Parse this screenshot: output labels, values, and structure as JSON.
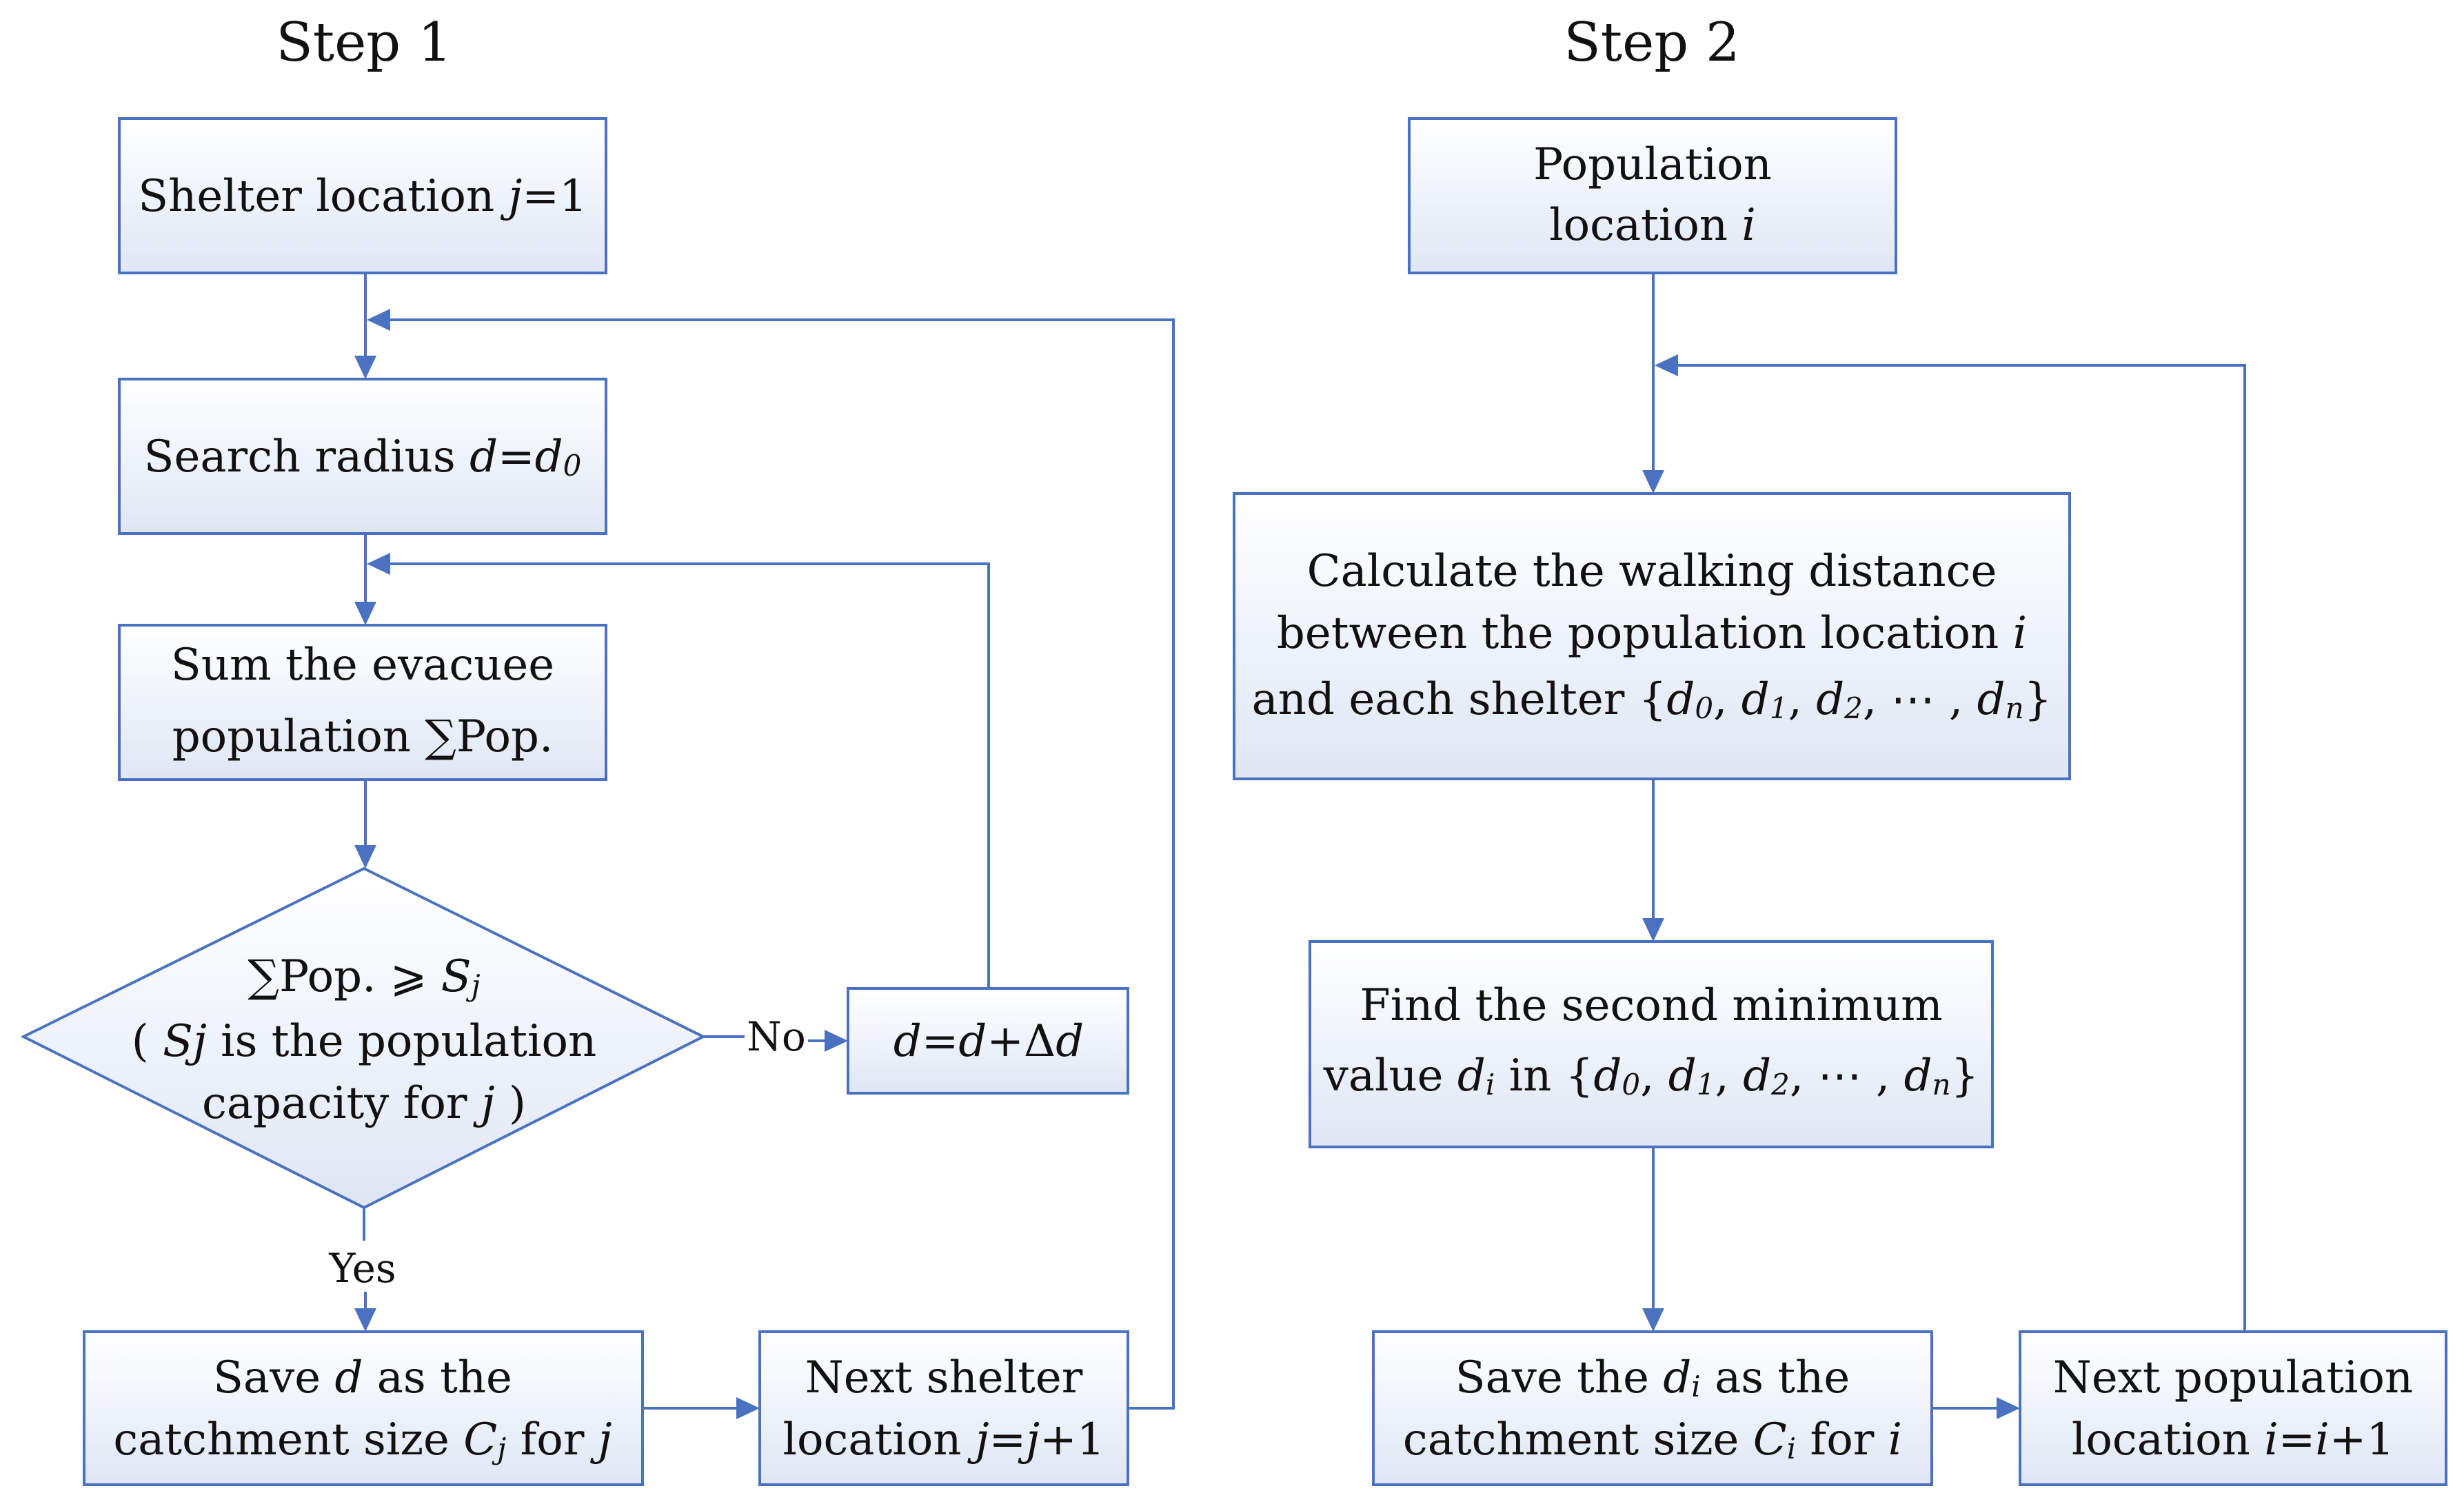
{
  "step1": {
    "title": "Step 1",
    "shelter_box": {
      "text": "Shelter location ",
      "var": "j",
      "tail": "=1"
    },
    "search_box": {
      "text": "Search radius ",
      "var": "d",
      "eq": "=",
      "var2": "d",
      "sub": "0"
    },
    "sum_box": {
      "line1": "Sum the evacuee",
      "line2": "population ∑Pop."
    },
    "decision": {
      "line1_a": "∑Pop. ⩾  ",
      "line1_var": "S",
      "line1_sub": "j",
      "line2_a": "( ",
      "line2_var": "Sj",
      "line2_b": " is the population",
      "line3_a": "capacity for ",
      "line3_var": "j",
      "line3_b": " )"
    },
    "increment_box": {
      "var": "d",
      "eq": "=",
      "var2": "d",
      "plus": "+Δ",
      "var3": "d"
    },
    "no_label": "No",
    "yes_label": "Yes",
    "save_box": {
      "line1_a": "Save ",
      "line1_var": "d",
      "line1_b": " as the",
      "line2_a": "catchment size ",
      "line2_var": "C",
      "line2_sub": "j",
      "line2_b": " for ",
      "line2_var2": "j"
    },
    "next_box": {
      "line1": "Next shelter",
      "line2_a": "location ",
      "line2_var": "j",
      "line2_eq": "=",
      "line2_var2": "j",
      "line2_b": "+1"
    }
  },
  "step2": {
    "title": "Step 2",
    "population_box": {
      "line1": "Population",
      "line2_a": "location ",
      "line2_var": "i"
    },
    "calc_box": {
      "line1": "Calculate the walking distance",
      "line2_a": "between the population location ",
      "line2_var": "i",
      "line3_a": "and each shelter {",
      "line3_vars": [
        "d",
        "d",
        "d",
        "d"
      ],
      "line3_subs": [
        "0",
        "1",
        "2",
        "n"
      ],
      "line3_ellipsis": "⋯"
    },
    "find_box": {
      "line1": "Find the second minimum",
      "line2_a": "value ",
      "line2_var": "d",
      "line2_sub": "i",
      "line2_b": " in {",
      "line2_vars": [
        "d",
        "d",
        "d",
        "d"
      ],
      "line2_subs": [
        "0",
        "1",
        "2",
        "n"
      ],
      "line2_ellipsis": "⋯"
    },
    "save_box": {
      "line1_a": "Save the ",
      "line1_var": "d",
      "line1_sub": "i",
      "line1_b": " as the",
      "line2_a": "catchment size ",
      "line2_var": "C",
      "line2_sub": "i",
      "line2_b": " for ",
      "line2_var2": "i"
    },
    "next_box": {
      "line1": "Next population",
      "line2_a": "location ",
      "line2_var": "i",
      "line2_eq": "=",
      "line2_var2": "i",
      "line2_b": "+1"
    }
  },
  "colors": {
    "stroke": "#4a72c0",
    "fill_top": "#ffffff",
    "fill_bottom": "#dfe6f4",
    "text": "#111111"
  }
}
